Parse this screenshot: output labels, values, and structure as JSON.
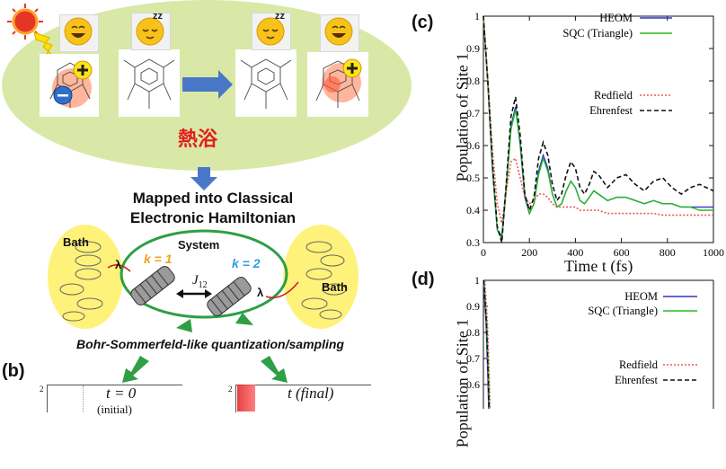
{
  "top_panel": {
    "bath_label_jp": "熱浴",
    "arrow_caption_line1": "Mapped into Classical",
    "arrow_caption_line2": "Electronic Hamiltonian",
    "sleep_text": "zz"
  },
  "mapping_panel": {
    "system_label": "System",
    "bath_left": "Bath",
    "bath_right": "Bath",
    "k1": "k = 1",
    "k2": "k = 2",
    "coupling": "J",
    "coupling_sub": "12",
    "lambda": "λ",
    "quantization_caption": "Bohr-Sommerfeld-like quantization/sampling"
  },
  "panel_b": {
    "label": "(b)",
    "t0": "t = 0",
    "t0_sub": "(initial)",
    "tf": "t (final)",
    "tick_2a": "2",
    "tick_2b": "2"
  },
  "colors": {
    "heom": "#3333cc",
    "sqc": "#22bb22",
    "redfield": "#ee5555",
    "ehrenfest": "#111111",
    "oval": "#d9e8a6",
    "bath_yellow": "#fff27a",
    "arrow_green": "#2e9e3a",
    "arrow_blue": "#4a78c8"
  },
  "chart_data": [
    {
      "panel": "(c)",
      "type": "line",
      "xlabel": "Time t (fs)",
      "ylabel": "Population of Site 1",
      "xlim": [
        0,
        1000
      ],
      "ylim": [
        0.3,
        1.0
      ],
      "xticks": [
        "0",
        "200",
        "400",
        "600",
        "800",
        "1000"
      ],
      "yticks": [
        "0.3",
        "0.4",
        "0.5",
        "0.6",
        "0.7",
        "0.8",
        "0.9",
        "1"
      ],
      "legend": [
        "HEOM",
        "SQC (Triangle)",
        "Redfield",
        "Ehrenfest"
      ],
      "x": [
        0,
        20,
        40,
        60,
        80,
        100,
        120,
        140,
        160,
        180,
        200,
        220,
        240,
        260,
        280,
        300,
        320,
        340,
        360,
        380,
        400,
        420,
        440,
        460,
        480,
        500,
        540,
        580,
        620,
        660,
        700,
        740,
        780,
        820,
        860,
        900,
        940,
        1000
      ],
      "series": [
        {
          "name": "HEOM",
          "style": "solid",
          "color_key": "heom",
          "values": [
            1.0,
            0.78,
            0.52,
            0.34,
            0.32,
            0.48,
            0.66,
            0.72,
            0.6,
            0.44,
            0.39,
            0.42,
            0.52,
            0.57,
            0.53,
            0.45,
            0.41,
            0.42,
            0.46,
            0.49,
            0.47,
            0.43,
            0.42,
            0.44,
            0.46,
            0.45,
            0.43,
            0.44,
            0.44,
            0.43,
            0.42,
            0.43,
            0.42,
            0.42,
            0.41,
            0.41,
            0.41,
            0.41
          ]
        },
        {
          "name": "SQC (Triangle)",
          "style": "solid",
          "color_key": "sqc",
          "values": [
            1.0,
            0.79,
            0.53,
            0.34,
            0.31,
            0.47,
            0.65,
            0.71,
            0.61,
            0.45,
            0.39,
            0.42,
            0.51,
            0.56,
            0.52,
            0.45,
            0.41,
            0.42,
            0.46,
            0.49,
            0.47,
            0.43,
            0.42,
            0.44,
            0.46,
            0.45,
            0.43,
            0.44,
            0.44,
            0.43,
            0.42,
            0.43,
            0.42,
            0.42,
            0.41,
            0.41,
            0.4,
            0.4
          ]
        },
        {
          "name": "Redfield",
          "style": "dotted",
          "color_key": "redfield",
          "values": [
            1.0,
            0.8,
            0.58,
            0.42,
            0.36,
            0.46,
            0.55,
            0.56,
            0.5,
            0.44,
            0.42,
            0.43,
            0.45,
            0.45,
            0.44,
            0.42,
            0.41,
            0.41,
            0.41,
            0.41,
            0.41,
            0.4,
            0.4,
            0.4,
            0.4,
            0.4,
            0.39,
            0.39,
            0.39,
            0.39,
            0.39,
            0.39,
            0.385,
            0.385,
            0.385,
            0.385,
            0.385,
            0.385
          ]
        },
        {
          "name": "Ehrenfest",
          "style": "dashed",
          "color_key": "ehrenfest",
          "values": [
            1.0,
            0.79,
            0.54,
            0.35,
            0.3,
            0.49,
            0.69,
            0.75,
            0.63,
            0.45,
            0.4,
            0.44,
            0.56,
            0.61,
            0.57,
            0.48,
            0.43,
            0.45,
            0.51,
            0.55,
            0.53,
            0.47,
            0.45,
            0.48,
            0.52,
            0.51,
            0.47,
            0.5,
            0.51,
            0.48,
            0.46,
            0.49,
            0.5,
            0.47,
            0.45,
            0.47,
            0.48,
            0.46
          ]
        }
      ]
    },
    {
      "panel": "(d)",
      "type": "line",
      "xlabel": "",
      "ylabel": "Population of Site 1",
      "ylim": [
        0.5,
        1.0
      ],
      "yticks": [
        "0.6",
        "0.7",
        "0.8",
        "0.9",
        "1"
      ],
      "legend": [
        "HEOM",
        "SQC (Triangle)",
        "Redfield",
        "Ehrenfest"
      ]
    }
  ]
}
